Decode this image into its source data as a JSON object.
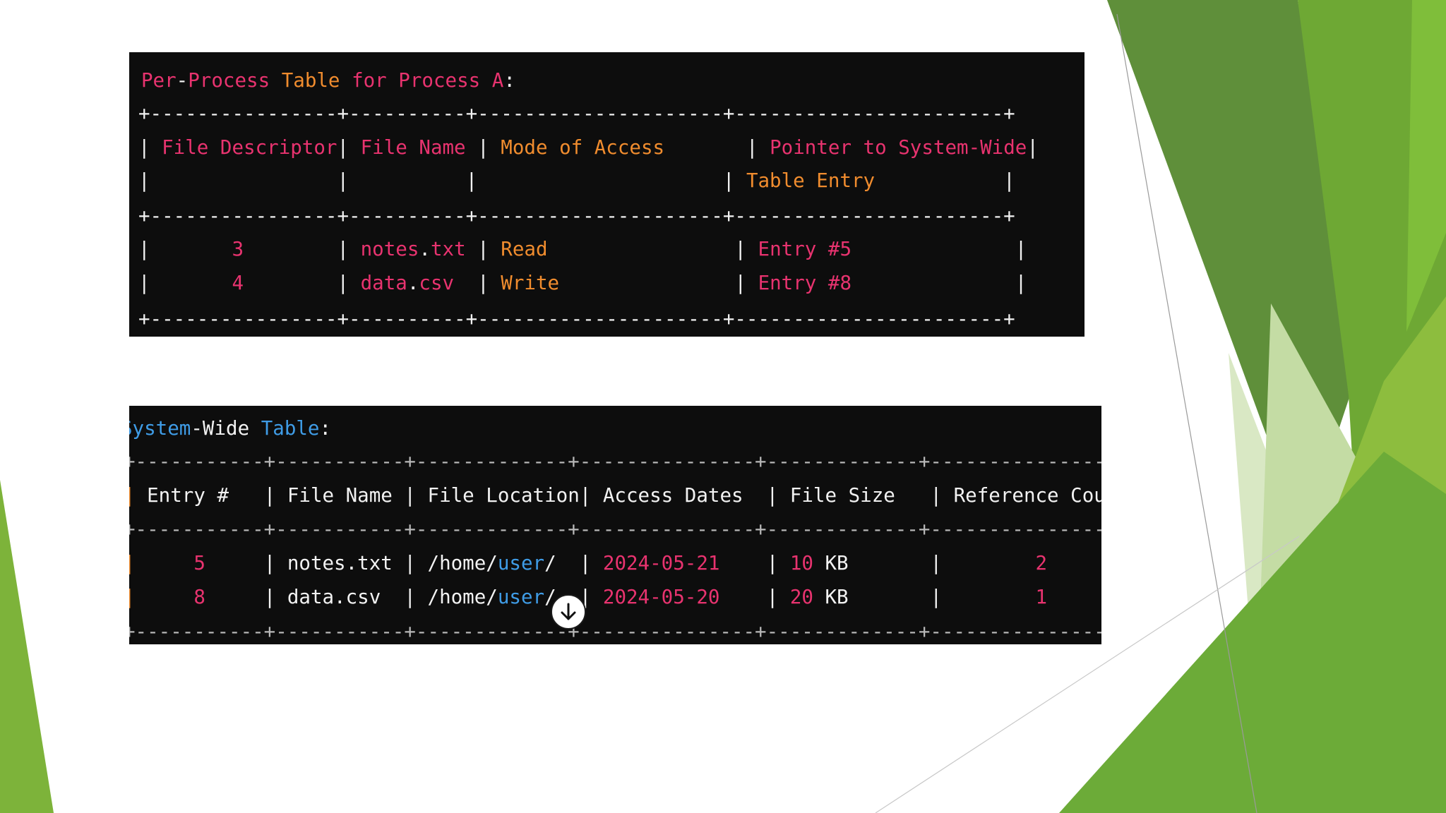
{
  "process_table": {
    "title": {
      "p1": "Per",
      "p2": "-",
      "p3": "Process",
      "p4": "Table",
      "p5": "for",
      "p6": "Process",
      "p7": "A",
      "p8": ":"
    },
    "border": "+----------------+----------+---------------------+-----------------------+",
    "header1": {
      "c1": "File Descriptor",
      "c2": "File Name",
      "c3": "Mode of Access",
      "c4": "Pointer to System-Wide"
    },
    "header2": {
      "c4": "Table Entry"
    },
    "rows": [
      {
        "fd": "3",
        "name_base": "notes",
        "name_dot": ".",
        "name_ext": "txt",
        "mode": "Read",
        "pointer": "Entry #5"
      },
      {
        "fd": "4",
        "name_base": "data",
        "name_dot": ".",
        "name_ext": "csv",
        "mode": "Write",
        "pointer": "Entry #8"
      }
    ]
  },
  "system_table": {
    "title": {
      "p1": "System",
      "p2": "-Wide",
      "p3": "Table",
      "p4": ":"
    },
    "border": "+-----------+-----------+-------------+---------------+-------------+-----------------+",
    "headers": {
      "c1": "Entry #",
      "c2": "File Name",
      "c3": "File Location",
      "c4": "Access Dates",
      "c5": "File Size",
      "c6": "Reference Count"
    },
    "rows": [
      {
        "entry": "5",
        "name": "notes.txt",
        "loc_a": "/home/",
        "loc_b": "user",
        "loc_c": "/",
        "date": "2024-05-21",
        "size_num": "10",
        "size_unit": "KB",
        "refs": "2"
      },
      {
        "entry": "8",
        "name": "data.csv",
        "loc_a": "/home/",
        "loc_b": "user",
        "loc_c": "/",
        "date": "2024-05-20",
        "size_num": "20",
        "size_unit": "KB",
        "refs": "1"
      }
    ]
  },
  "scroll_button": {
    "icon": "arrow-down-icon"
  },
  "colors": {
    "code_bg": "#0d0d0d",
    "pink": "#e8336f",
    "orange": "#f08c2e",
    "blue": "#3f9ce6",
    "green": "#6aaa2e"
  }
}
